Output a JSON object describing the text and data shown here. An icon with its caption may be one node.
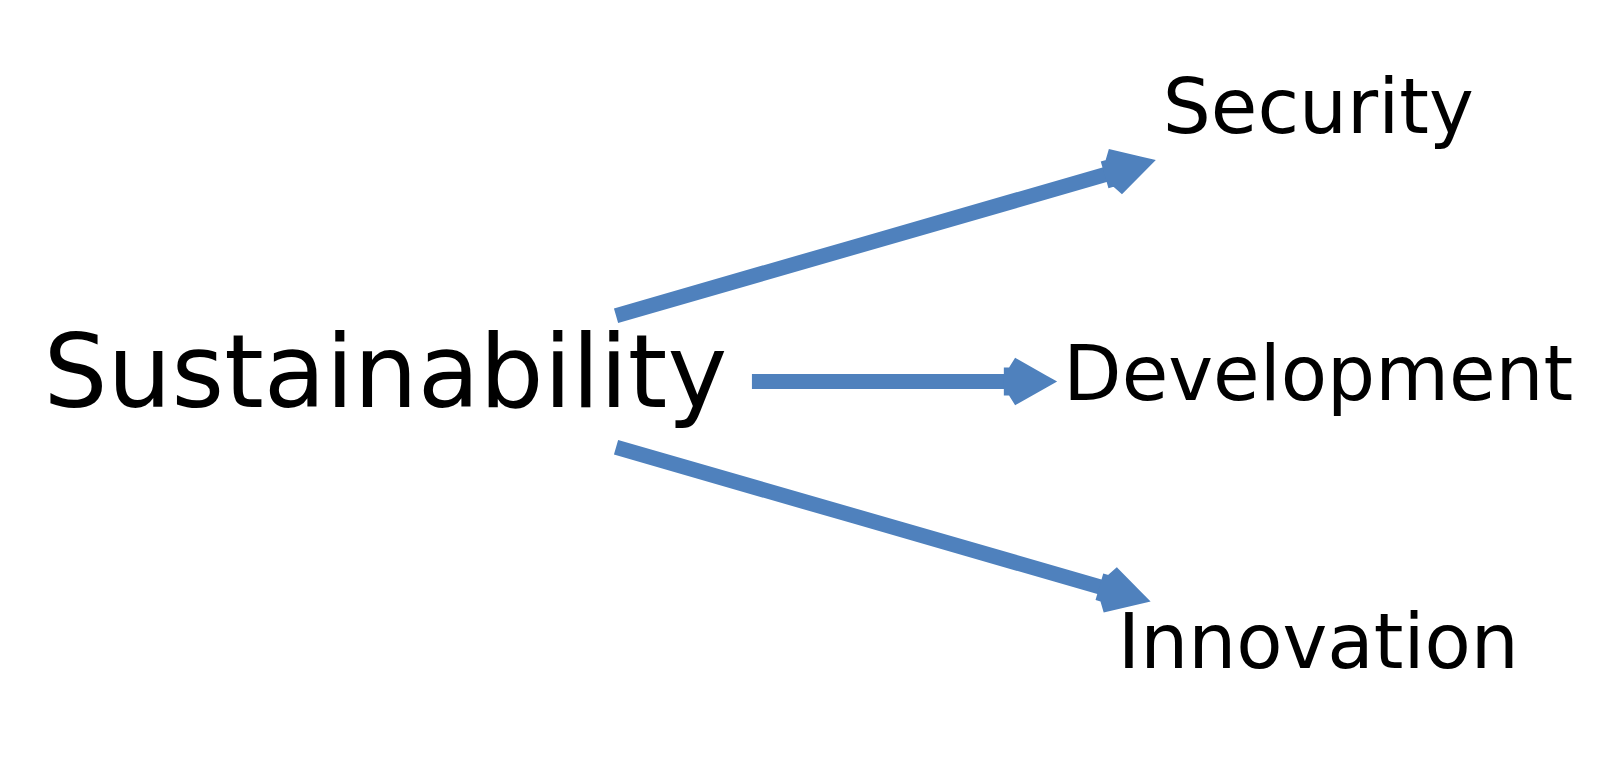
{
  "diagram": {
    "nodes": [
      {
        "text": [
          "Sustainability"
        ]
      },
      {
        "text": [
          "Security"
        ]
      },
      {
        "text": [
          "Development"
        ]
      },
      {
        "text": [
          "Innovation"
        ]
      }
    ],
    "edges": [
      {
        "from": 0,
        "to": 1,
        "arrow": "to"
      },
      {
        "from": 0,
        "to": 2,
        "arrow": "to"
      },
      {
        "from": 0,
        "to": 3,
        "arrow": "to"
      }
    ]
  }
}
